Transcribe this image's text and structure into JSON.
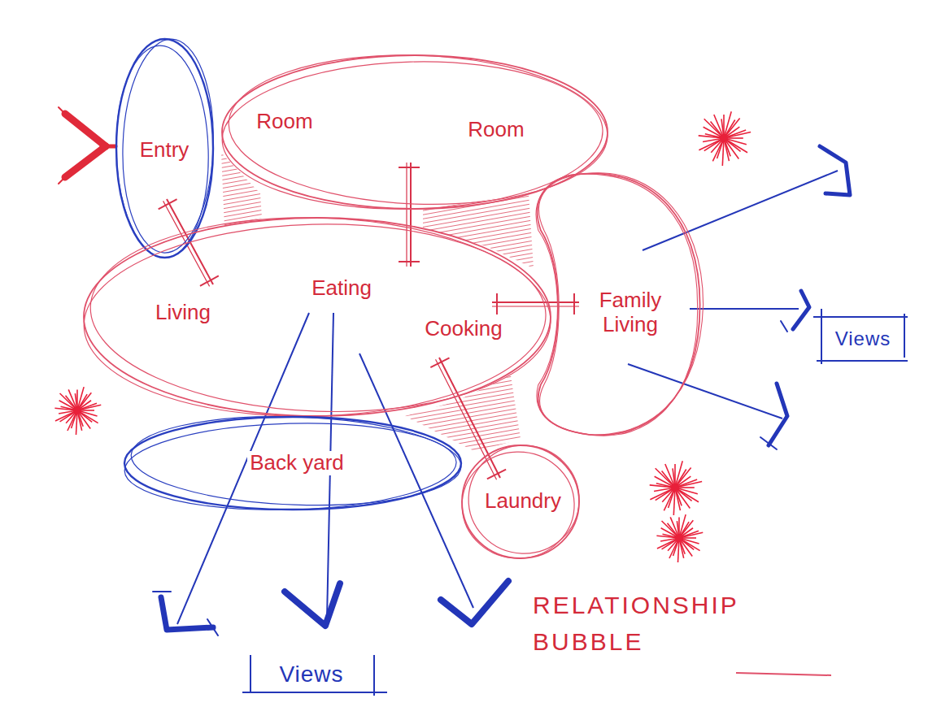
{
  "diagram": {
    "title": "RELATIONSHIP BUBBLE",
    "nodes": [
      {
        "text": [
          "Entry"
        ]
      },
      {
        "text": [
          "Room",
          "Room"
        ]
      },
      {
        "text": [
          "Living",
          "Eating",
          "Cooking"
        ]
      },
      {
        "text": [
          "Family Living"
        ]
      },
      {
        "text": [
          "Back yard"
        ]
      },
      {
        "text": [
          "Laundry"
        ]
      }
    ],
    "edges": [
      {
        "from": 0,
        "to": 2,
        "arrow": "none"
      },
      {
        "from": 1,
        "to": 2,
        "arrow": "none"
      },
      {
        "from": 2,
        "to": 3,
        "arrow": "none"
      },
      {
        "from": 2,
        "to": 5,
        "arrow": "none"
      }
    ],
    "labels": [
      "Views",
      "Views"
    ]
  }
}
